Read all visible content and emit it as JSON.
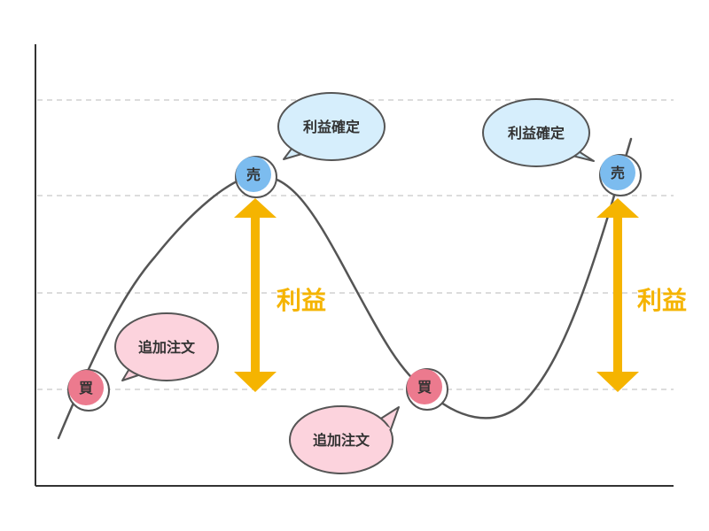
{
  "colors": {
    "axis": "#333333",
    "grid": "#c8c8c8",
    "curve": "#555555",
    "buy": "#ec7a8e",
    "sell": "#7cbcef",
    "bubble_pink": "#fcd3dd",
    "bubble_blue": "#d6eefc",
    "profit": "#f5b400",
    "outline": "#555555"
  },
  "markers": {
    "buy": "買",
    "sell": "売"
  },
  "bubbles": {
    "add_order_1": "追加注文",
    "add_order_2": "追加注文",
    "take_profit_1": "利益確定",
    "take_profit_2": "利益確定"
  },
  "profit_labels": {
    "first": "利益",
    "second": "利益"
  }
}
